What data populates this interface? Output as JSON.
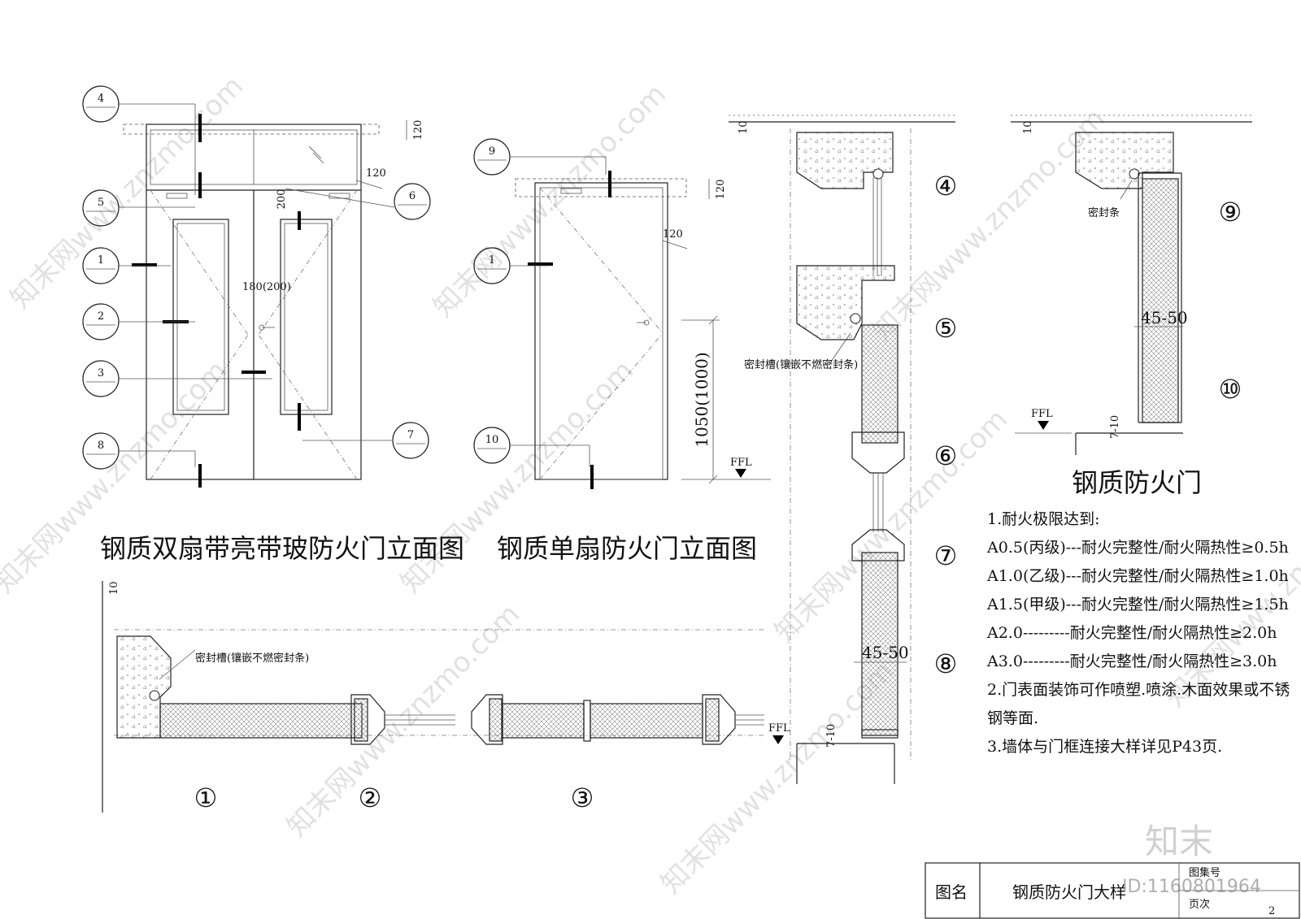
{
  "titles": {
    "double_door": "钢质双扇带亮带玻防火门立面图",
    "single_door": "钢质单扇防火门立面图",
    "steel_fire_door": "钢质防火门"
  },
  "callouts": {
    "c4": "4",
    "c5": "5",
    "c1a": "1",
    "c2": "2",
    "c3": "3",
    "c8": "8",
    "c6": "6",
    "c7": "7",
    "c9": "9",
    "c1b": "1",
    "c10": "10"
  },
  "section_markers": {
    "s1": "①",
    "s2": "②",
    "s3": "③",
    "s4": "④",
    "s5": "⑤",
    "s6": "⑥",
    "s7": "⑦",
    "s8": "⑧",
    "s9": "⑨",
    "s10": "⑩"
  },
  "dimensions": {
    "d120_top": "120",
    "d120_side": "120",
    "d200": "200",
    "d180": "180(200)",
    "d120_single_top": "120",
    "d120_single_side": "120",
    "d1050": "1050(1000)",
    "ffl1": "FFL",
    "ffl2": "FFL",
    "ffl3": "FFL",
    "d10_a": "10",
    "d10_b": "10",
    "d10_c": "10",
    "d45_a": "45-50",
    "d45_b": "45-50",
    "d7_a": "7-10",
    "d7_b": "7-10"
  },
  "labels": {
    "seal_groove_1": "密封槽(镶嵌不燃密封条)",
    "seal_groove_2": "密封槽(镶嵌不燃密封条)",
    "seal_strip": "密封条"
  },
  "notes": [
    "1.耐火极限达到:",
    "A0.5(丙级)---耐火完整性/耐火隔热性≥0.5h",
    "A1.0(乙级)---耐火完整性/耐火隔热性≥1.0h",
    "A1.5(甲级)---耐火完整性/耐火隔热性≥1.5h",
    "A2.0---------耐火完整性/耐火隔热性≥2.0h",
    "A3.0---------耐火完整性/耐火隔热性≥3.0h",
    "2.门表面装饰可作喷塑.喷涂.木面效果或不锈",
    "钢等面.",
    "3.墙体与门框连接大样详见P43页."
  ],
  "title_block": {
    "name_label": "图名",
    "name_value": "钢质防火门大样",
    "atlas_label": "图集号",
    "page_label": "页次",
    "page_value": "2"
  },
  "watermark": {
    "logo": "知末",
    "id": "ID:1160801964",
    "site": "知末网www.znzmo.com"
  }
}
